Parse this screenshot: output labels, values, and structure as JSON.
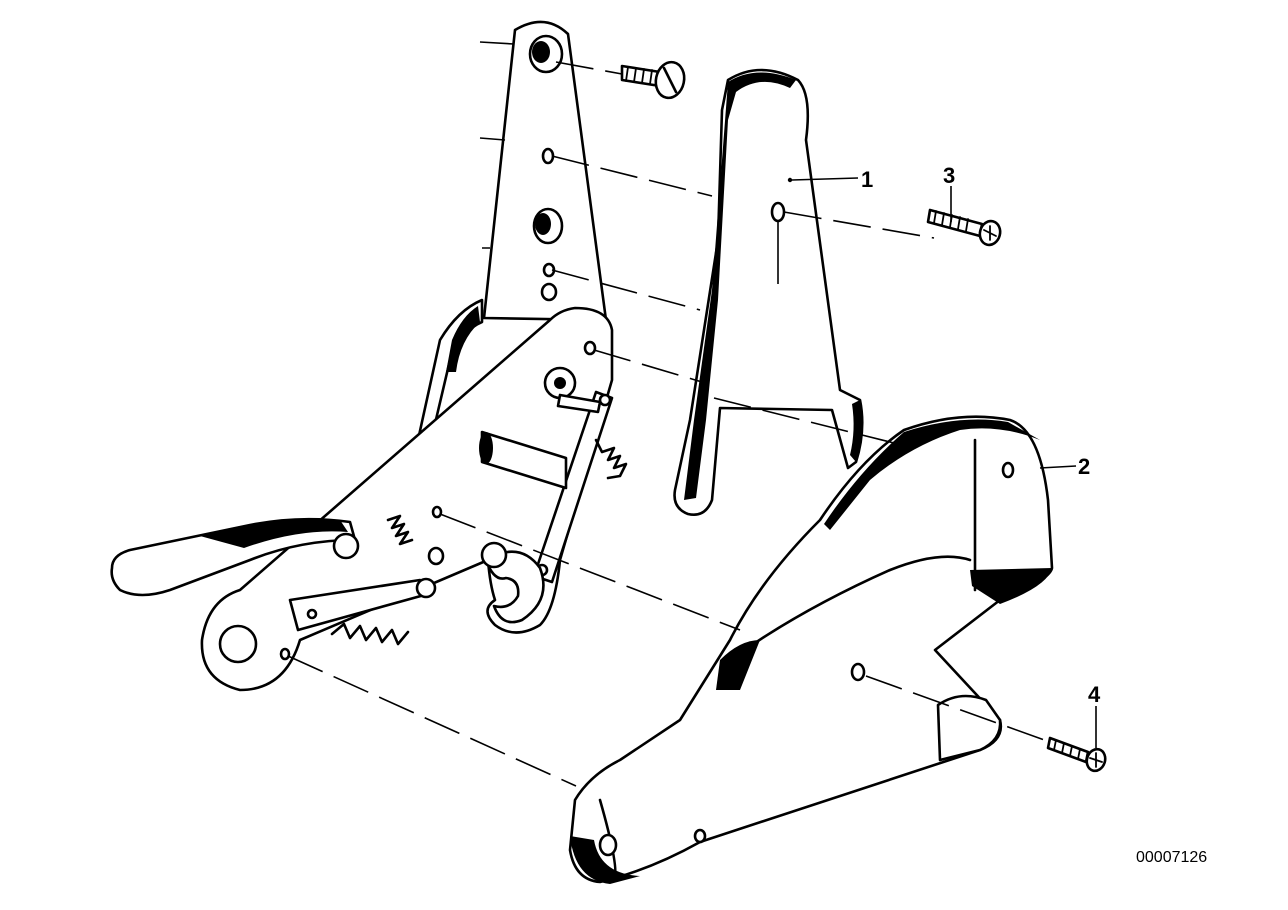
{
  "diagram": {
    "callouts": [
      {
        "id": "1",
        "label": "1"
      },
      {
        "id": "2",
        "label": "2"
      },
      {
        "id": "3",
        "label": "3"
      },
      {
        "id": "4",
        "label": "4"
      }
    ],
    "reference_number": "00007126"
  }
}
